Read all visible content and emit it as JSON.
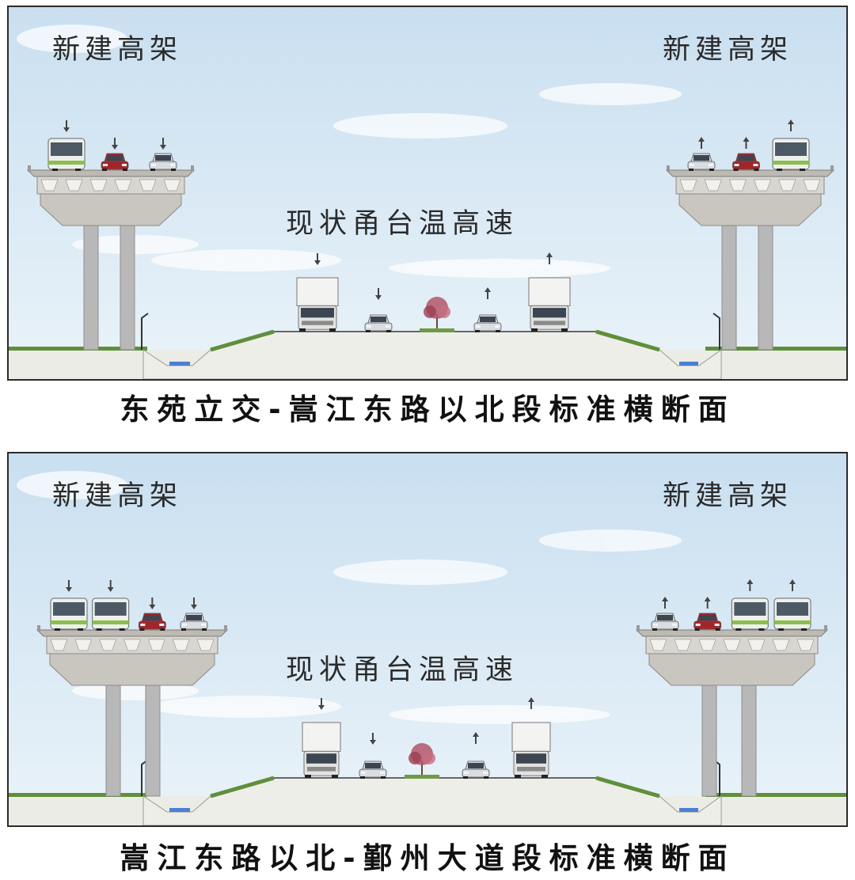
{
  "sections": [
    {
      "left_label": "新建高架",
      "right_label": "新建高架",
      "center_label": "现状甬台温高速",
      "caption": "东苑立交-嵩江东路以北段标准横断面",
      "left_vehicles": [
        "bus",
        "car",
        "car"
      ],
      "right_vehicles": [
        "car",
        "car",
        "bus"
      ],
      "ground_vehicles": [
        "truck",
        "car",
        "tree",
        "car",
        "truck"
      ],
      "left_direction": "down",
      "right_direction": "up"
    },
    {
      "left_label": "新建高架",
      "right_label": "新建高架",
      "center_label": "现状甬台温高速",
      "caption": "嵩江东路以北-鄞州大道段标准横断面",
      "left_vehicles": [
        "bus",
        "bus",
        "car",
        "car"
      ],
      "right_vehicles": [
        "car",
        "car",
        "bus",
        "bus"
      ],
      "ground_vehicles": [
        "truck",
        "car",
        "tree",
        "car",
        "truck"
      ],
      "left_direction": "down",
      "right_direction": "up"
    }
  ],
  "colors": {
    "sky_top": "#c9dff0",
    "sky_bottom": "#eaf3f9",
    "concrete": "#c9c6bf",
    "pier": "#b8b8b8",
    "ground": "#ecece6",
    "grass": "#5f8f3a",
    "water": "#4a7fd6",
    "car_red": "#a3252a",
    "car_silver": "#d9dde2",
    "bus_green": "#8bbf4d"
  }
}
